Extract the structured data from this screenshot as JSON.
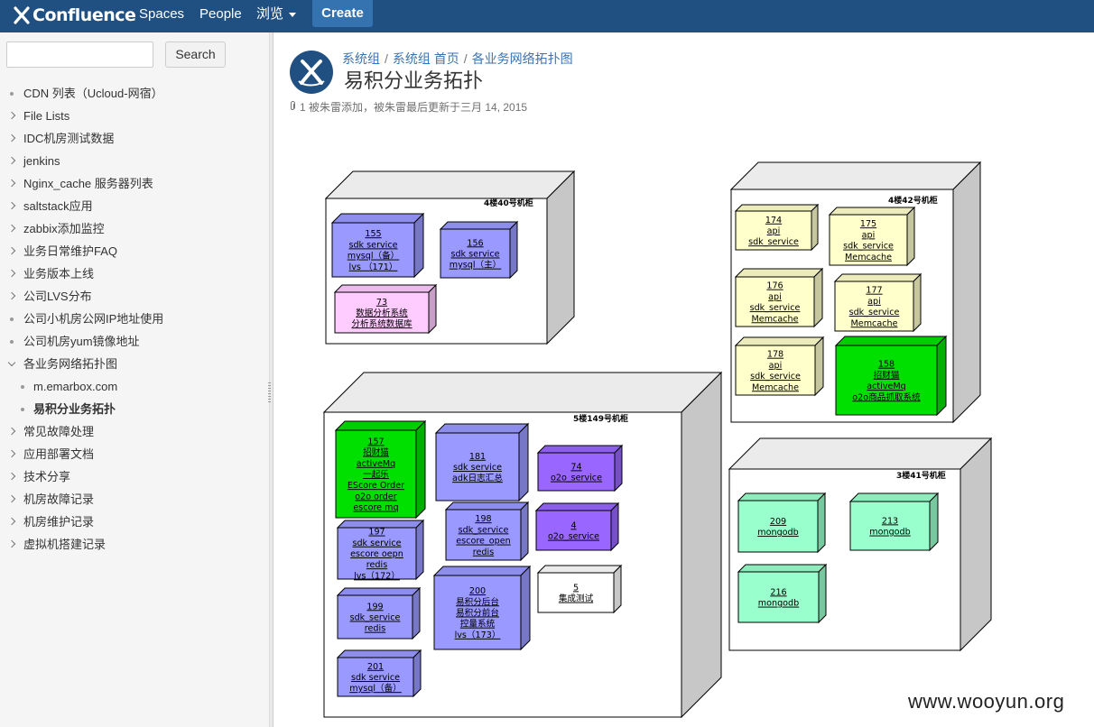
{
  "nav": {
    "logo": "Confluence",
    "spaces": "Spaces",
    "people": "People",
    "browse": "浏览",
    "create": "Create"
  },
  "sidebar": {
    "search_button": "Search",
    "search_value": "",
    "items": [
      {
        "label": "CDN 列表（Ucloud-网宿）",
        "type": "leaf"
      },
      {
        "label": "File Lists",
        "type": "collapsed"
      },
      {
        "label": "IDC机房测试数据",
        "type": "collapsed"
      },
      {
        "label": "jenkins",
        "type": "collapsed"
      },
      {
        "label": "Nginx_cache 服务器列表",
        "type": "collapsed"
      },
      {
        "label": "saltstack应用",
        "type": "collapsed"
      },
      {
        "label": "zabbix添加监控",
        "type": "collapsed"
      },
      {
        "label": "业务日常维护FAQ",
        "type": "collapsed"
      },
      {
        "label": "业务版本上线",
        "type": "collapsed"
      },
      {
        "label": "公司LVS分布",
        "type": "collapsed"
      },
      {
        "label": "公司小机房公网IP地址使用",
        "type": "leaf"
      },
      {
        "label": "公司机房yum镜像地址",
        "type": "leaf"
      },
      {
        "label": "各业务网络拓扑图",
        "type": "expanded"
      },
      {
        "label": "m.emarbox.com",
        "type": "child"
      },
      {
        "label": "易积分业务拓扑",
        "type": "child-current"
      },
      {
        "label": "常见故障处理",
        "type": "collapsed"
      },
      {
        "label": "应用部署文档",
        "type": "collapsed"
      },
      {
        "label": "技术分享",
        "type": "collapsed"
      },
      {
        "label": "机房故障记录",
        "type": "collapsed"
      },
      {
        "label": "机房维护记录",
        "type": "collapsed"
      },
      {
        "label": "虚拟机搭建记录",
        "type": "collapsed"
      }
    ]
  },
  "breadcrumb": [
    "系统组",
    "系统组 首页",
    "各业务网络拓扑图"
  ],
  "page": {
    "title": "易积分业务拓扑",
    "attachments": "1",
    "meta": "被朱雷添加，被朱雷最后更新于三月 14, 2015"
  },
  "diagram": {
    "racks": [
      {
        "label": "4楼40号机柜",
        "servers": [
          {
            "lines": [
              "155",
              "sdk service",
              "mysql（备）",
              "lvs （171）"
            ],
            "color": "#9999ff"
          },
          {
            "lines": [
              "156",
              "sdk service",
              "mysql（主）"
            ],
            "color": "#9999ff"
          },
          {
            "lines": [
              "73",
              "数据分析系统",
              "分析系统数据库"
            ],
            "color": "#ffccff"
          }
        ]
      },
      {
        "label": "4楼42号机柜",
        "servers": [
          {
            "lines": [
              "174",
              "api",
              "sdk_service"
            ],
            "color": "#ffffcc"
          },
          {
            "lines": [
              "175",
              "api",
              "sdk_service",
              "Memcache"
            ],
            "color": "#ffffcc"
          },
          {
            "lines": [
              "176",
              "api",
              "sdk_service",
              "Memcache"
            ],
            "color": "#ffffcc"
          },
          {
            "lines": [
              "177",
              "api",
              "sdk_service",
              "Memcache"
            ],
            "color": "#ffffcc"
          },
          {
            "lines": [
              "178",
              "api",
              "sdk_service",
              "Memcache"
            ],
            "color": "#ffffcc"
          },
          {
            "lines": [
              "158",
              "招财猫",
              "activeMq",
              "o2o商品抓取系统"
            ],
            "color": "#00e000"
          }
        ]
      },
      {
        "label": "5楼149号机柜",
        "servers": [
          {
            "lines": [
              "157",
              "招财猫",
              "activeMq",
              "一起乐",
              "EScore Order",
              "o2o order",
              "escore mq"
            ],
            "color": "#00e000"
          },
          {
            "lines": [
              "181",
              "sdk service",
              "adk日志汇总"
            ],
            "color": "#9999ff"
          },
          {
            "lines": [
              "74",
              "o2o_service"
            ],
            "color": "#9966ff"
          },
          {
            "lines": [
              "197",
              "sdk service",
              "escore oepn",
              "redis",
              "lvs（172）"
            ],
            "color": "#9999ff"
          },
          {
            "lines": [
              "198",
              "sdk_service",
              "escore_open",
              "redis"
            ],
            "color": "#9999ff"
          },
          {
            "lines": [
              "4",
              "o2o_service"
            ],
            "color": "#9966ff"
          },
          {
            "lines": [
              "200",
              "易积分后台",
              "易积分前台",
              "控量系统",
              "lvs（173）"
            ],
            "color": "#9999ff"
          },
          {
            "lines": [
              "199",
              "sdk_service",
              "redis"
            ],
            "color": "#9999ff"
          },
          {
            "lines": [
              "5",
              "集成测试"
            ],
            "color": "#ffffff"
          },
          {
            "lines": [
              "201",
              "sdk service",
              "mysql（备）"
            ],
            "color": "#9999ff"
          }
        ]
      },
      {
        "label": "3楼41号机柜",
        "servers": [
          {
            "lines": [
              "209",
              "mongodb"
            ],
            "color": "#99ffcc"
          },
          {
            "lines": [
              "213",
              "mongodb"
            ],
            "color": "#99ffcc"
          },
          {
            "lines": [
              "216",
              "mongodb"
            ],
            "color": "#99ffcc"
          }
        ]
      }
    ]
  },
  "watermark": "www.wooyun.org"
}
